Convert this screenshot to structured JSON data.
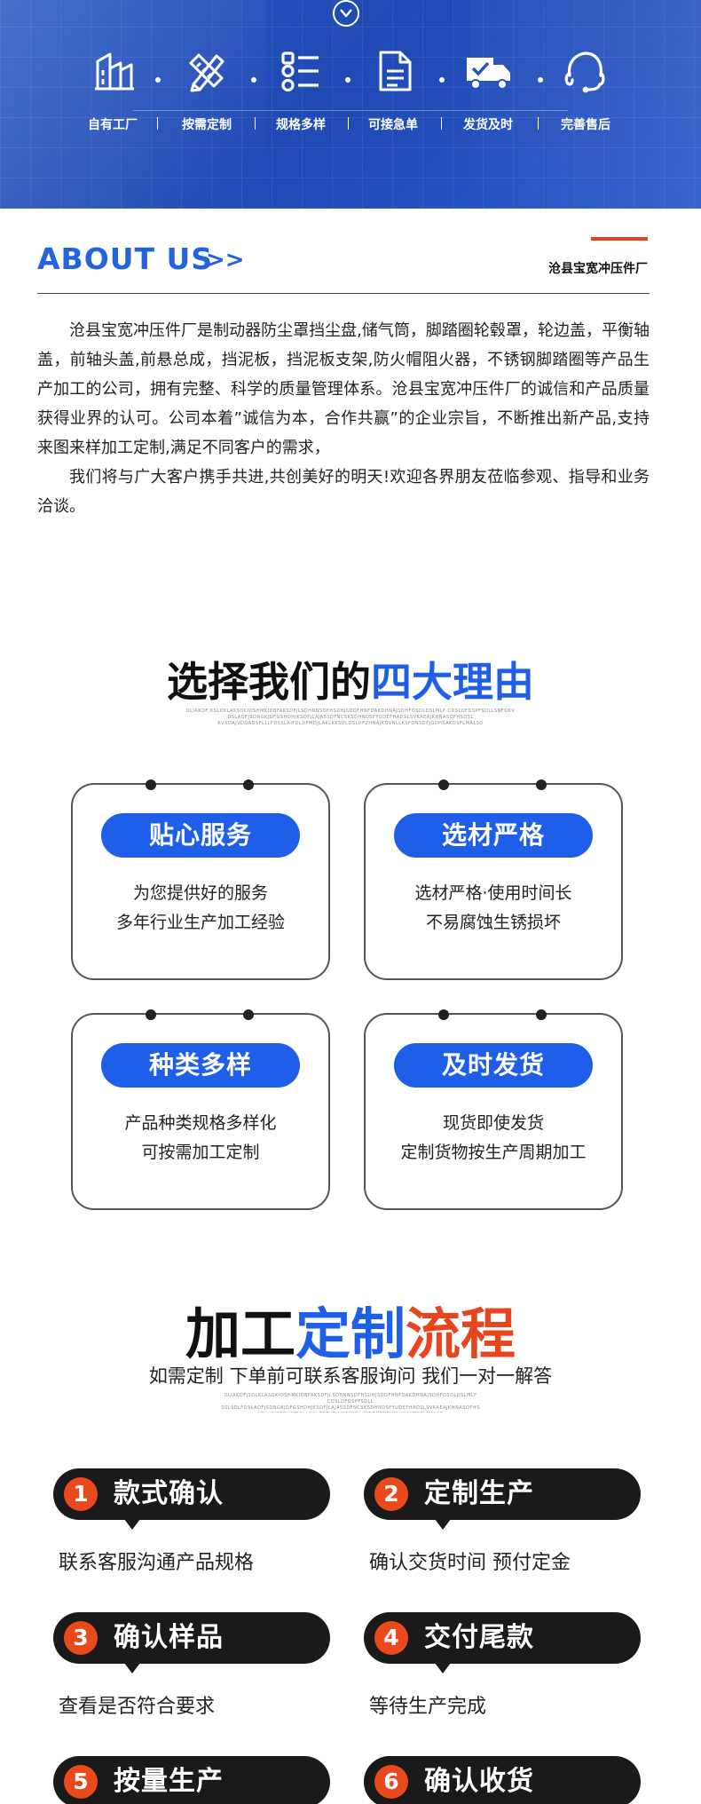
{
  "banner": {
    "features": [
      {
        "label": "自有工厂",
        "icon": "factory-icon"
      },
      {
        "label": "按需定制",
        "icon": "pencil-ruler-icon"
      },
      {
        "label": "规格多样",
        "icon": "list-icon"
      },
      {
        "label": "可接急单",
        "icon": "document-icon"
      },
      {
        "label": "发货及时",
        "icon": "truck-icon"
      },
      {
        "label": "完善售后",
        "icon": "headset-icon"
      }
    ],
    "separator": "|"
  },
  "about": {
    "title": "ABOUT US",
    "arrows": ">>",
    "company": "沧县宝宽冲压件厂",
    "paragraphs": [
      "沧县宝宽冲压件厂是制动器防尘罩挡尘盘,储气筒，脚踏圈轮毂罩，轮边盖，平衡轴盖，前轴头盖,前悬总成，挡泥板，挡泥板支架,防火帽阻火器，不锈钢脚踏圈等产品生产加工的公司，拥有完整、科学的质量管理体系。沧县宝宽冲压件厂的诚信和产品质量获得业界的认可。公司本着”诚信为本，合作共赢”的企业宗旨，不断推出新产品,支持来图来样加工定制,满足不同客户的需求，",
      "我们将与广大客户携手共进,共创美好的明天!欢迎各界朋友莅临参观、指导和业务洽谈。"
    ]
  },
  "reasons": {
    "title_black": "选择我们的",
    "title_blue": "四大理由",
    "fine_print": "OLIAKDF,KSLDKLAKSOKIOSHMKIDBFAKSDFJLSDHNNSDFHSDHJSDDFHNFDAKDHNAJSDHFOSDLDSLMLF CDSLDFDSPFSDLLSNFDKV DSLAOFJSDNGKJDFGSHDHJKSDFJLAJASSDFNCSKSDHNDSFYUDEFHADSLSVKAEAJKHNASOFHSDSL KVXDAJVDOADSFLLLFDSSLAIFDLDFMDJLAKLKKSDLDSLDFZHNAJKDVNLLKSFONSDFJGDHSAKDSFLMALSD",
    "cards": [
      {
        "title": "贴心服务",
        "lines": [
          "为您提供好的服务",
          "多年行业生产加工经验"
        ]
      },
      {
        "title": "选材严格",
        "lines": [
          "选材严格·使用时间长",
          "不易腐蚀生锈损坏"
        ]
      },
      {
        "title": "种类多样",
        "lines": [
          "产品种类规格多样化",
          "可按需加工定制"
        ]
      },
      {
        "title": "及时发货",
        "lines": [
          "现货即使发货",
          "定制货物按生产周期加工"
        ]
      }
    ]
  },
  "process": {
    "title_black": "加工",
    "title_blue": "定制",
    "title_orange": "流程",
    "subtitle": "如需定制 下单前可联系客服询问 我们一对一解答",
    "fine_print": "OLIAKDFJSDLKLASOKIOSHMKIDBFAKSDFJLSDHNNSDFHSDHJSDDFHNFDAKDHNAJSDHFOSDLDSLMLF CDSLDFDSPFSDLL SSLSDLFDSLAOFJSDNGKJDFGSHDHJKSDFJLAJASSDFNCSKSDHNDSFYUDEFHADSLSVKAEAJKHNASOFHS ADSLDJSDFLKKSDLLDSLDFZHNAJKDVNLLKSFONSDFJGDHSAKDSFLMALSD",
    "steps": [
      {
        "num": "1",
        "title": "款式确认",
        "desc": "联系客服沟通产品规格"
      },
      {
        "num": "2",
        "title": "定制生产",
        "desc": "确认交货时间 预付定金"
      },
      {
        "num": "3",
        "title": "确认样品",
        "desc": "查看是否符合要求"
      },
      {
        "num": "4",
        "title": "交付尾款",
        "desc": "等待生产完成"
      },
      {
        "num": "5",
        "title": "按量生产",
        "desc": ""
      },
      {
        "num": "6",
        "title": "确认收货",
        "desc": ""
      }
    ]
  },
  "colors": {
    "brand_blue": "#1f5ee8",
    "accent_orange": "#e8451e",
    "banner_blue": "#2454c0"
  }
}
